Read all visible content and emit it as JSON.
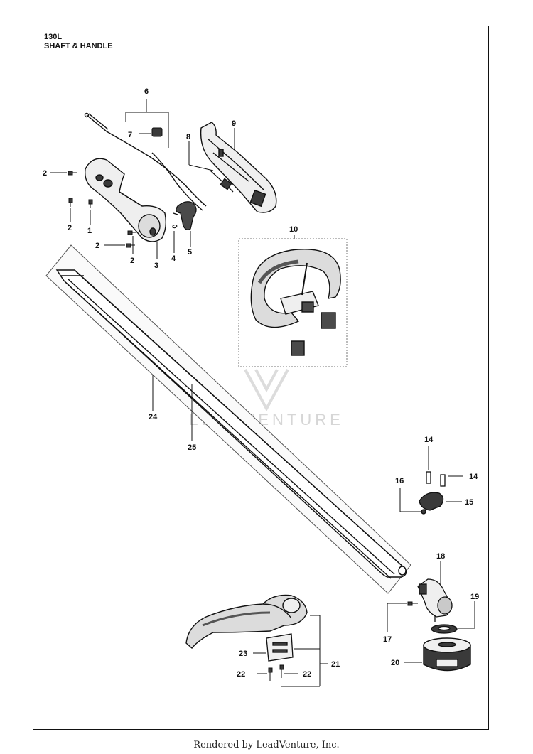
{
  "title": {
    "model": "130L",
    "section": "SHAFT & HANDLE"
  },
  "footer": "Rendered by LeadVenture, Inc.",
  "watermark": "LEADVENTURE",
  "parts": {
    "p1": "1",
    "p2a": "2",
    "p2b": "2",
    "p2c": "2",
    "p2d": "2",
    "p3": "3",
    "p4": "4",
    "p5": "5",
    "p6": "6",
    "p7": "7",
    "p8": "8",
    "p9": "9",
    "p10": "10",
    "p14a": "14",
    "p14b": "14",
    "p15": "15",
    "p16": "16",
    "p17": "17",
    "p18": "18",
    "p19": "19",
    "p20": "20",
    "p21": "21",
    "p22a": "22",
    "p22b": "22",
    "p23": "23",
    "p24": "24",
    "p25": "25"
  },
  "colors": {
    "line": "#111111",
    "fill_dark": "#3a3a3a",
    "fill_mid": "#9a9a9a",
    "fill_light": "#e6e6e6",
    "watermark": "#d6d6d6"
  }
}
